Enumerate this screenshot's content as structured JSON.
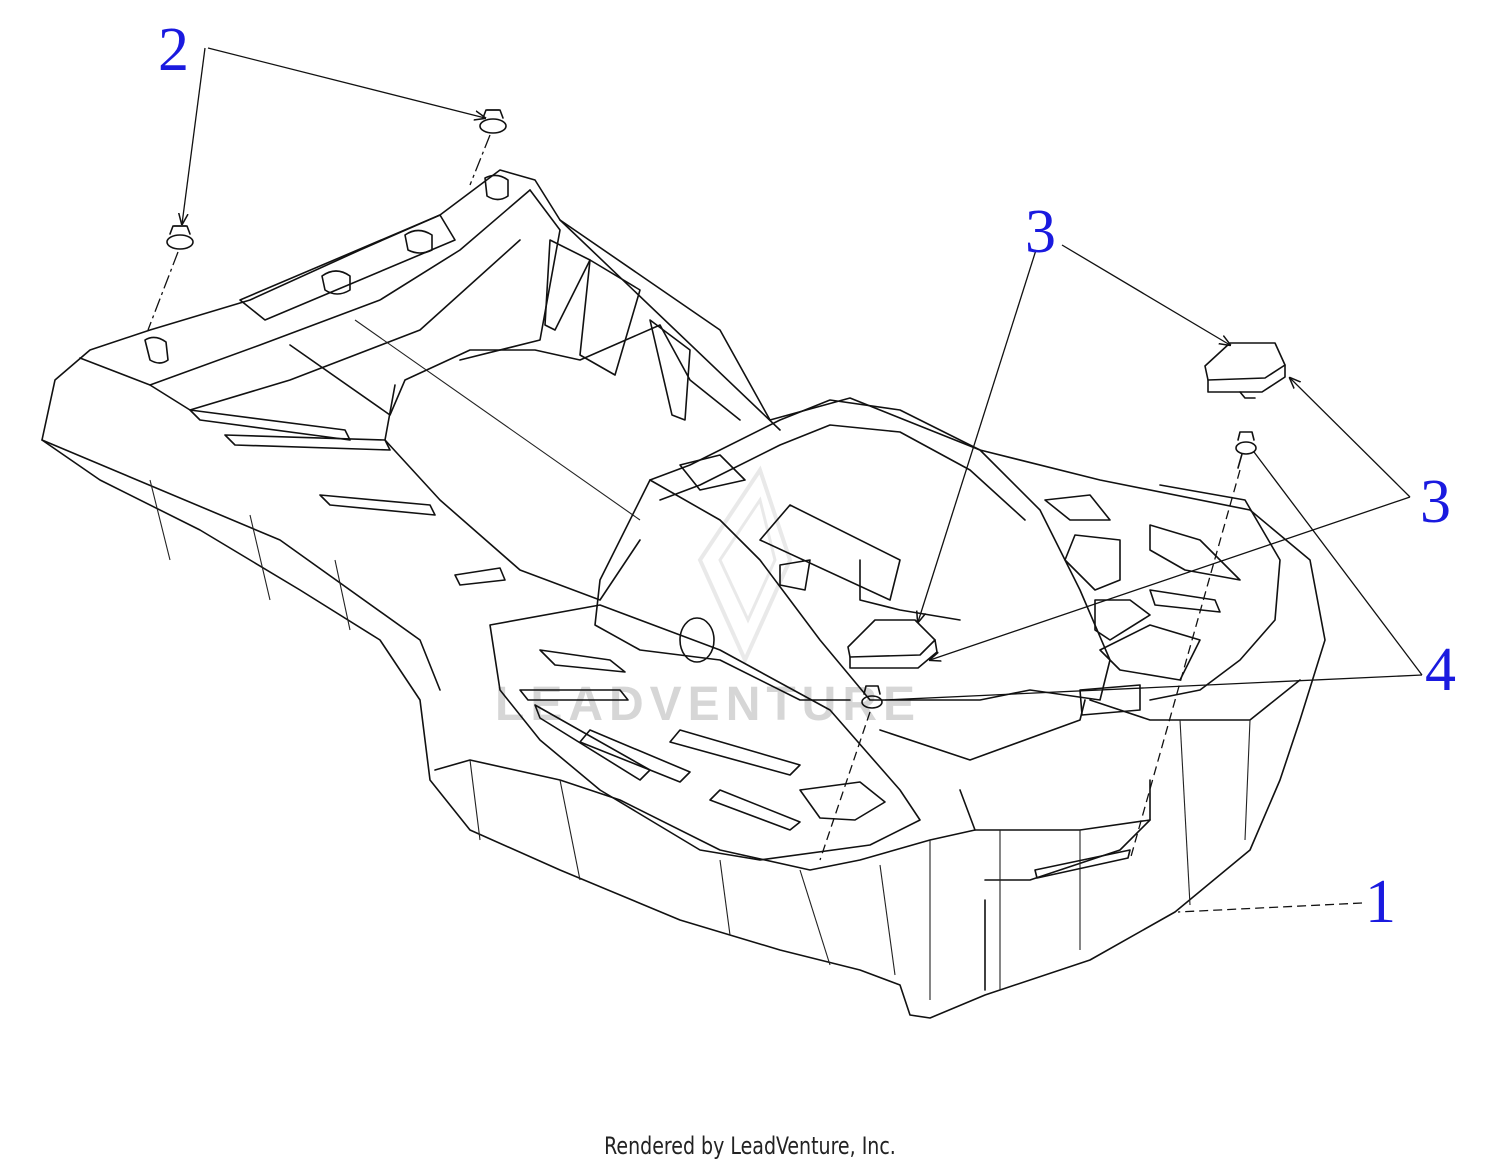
{
  "callouts": {
    "c2": "2",
    "c3a": "3",
    "c3b": "3",
    "c4": "4",
    "c1": "1"
  },
  "watermark": "LEADVENTURE",
  "footer": "Rendered by LeadVenture, Inc.",
  "colors": {
    "callout": "#1a1adf",
    "line": "#111111",
    "watermark": "#d6d6d6",
    "background": "#ffffff"
  }
}
